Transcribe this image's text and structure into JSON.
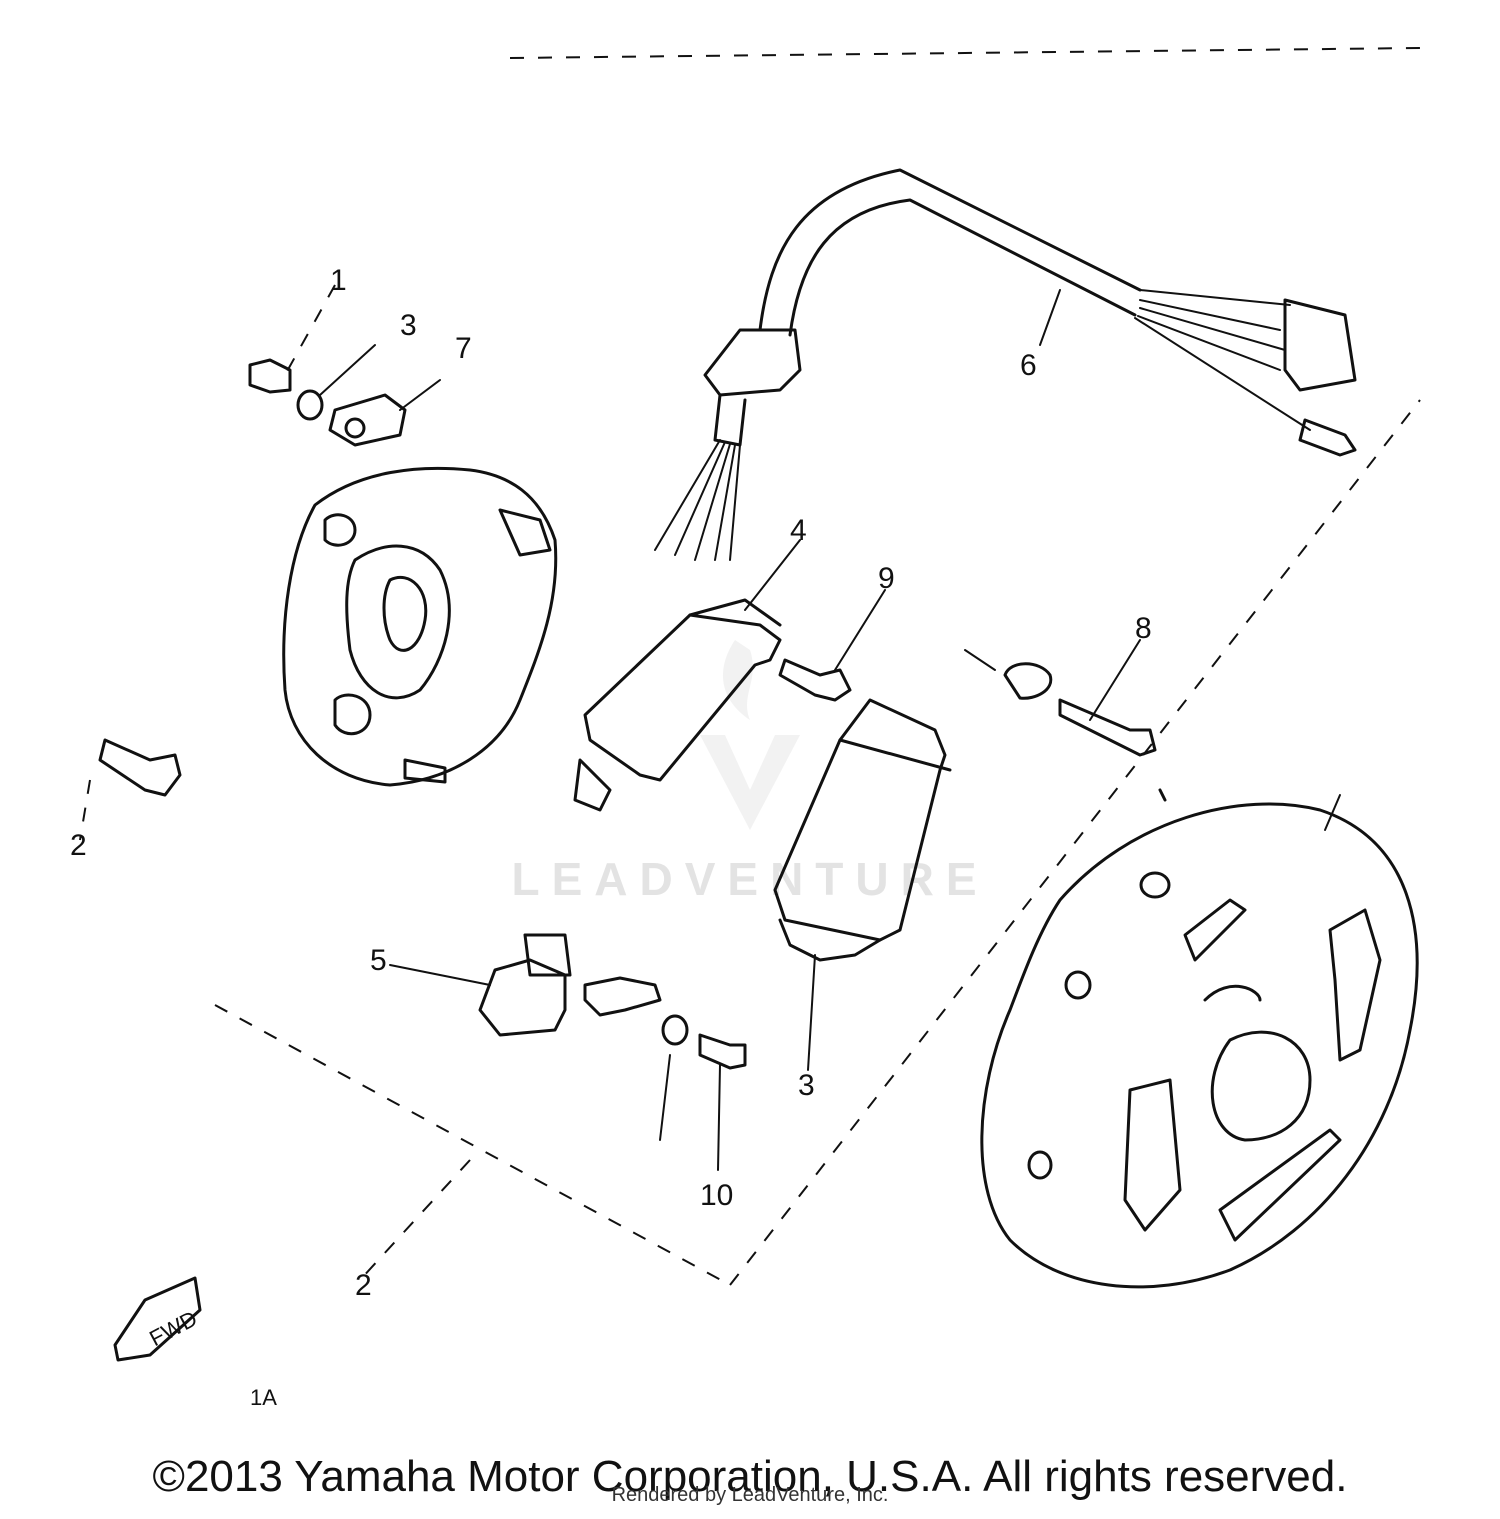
{
  "callouts": {
    "c1": "1",
    "c2": "2",
    "c3a": "3",
    "c3b": "3",
    "c4": "4",
    "c5": "5",
    "c6": "6",
    "c7": "7",
    "c8": "8",
    "c9": "9",
    "c10": "10",
    "c2b": "2",
    "fwd": "FWD",
    "code": "1A"
  },
  "watermark": "LEADVENTURE",
  "footer": {
    "copyright": "©2013 Yamaha Motor Corporation, U.S.A. All rights reserved.",
    "rendered": "Rendered by LeadVenture, Inc."
  }
}
